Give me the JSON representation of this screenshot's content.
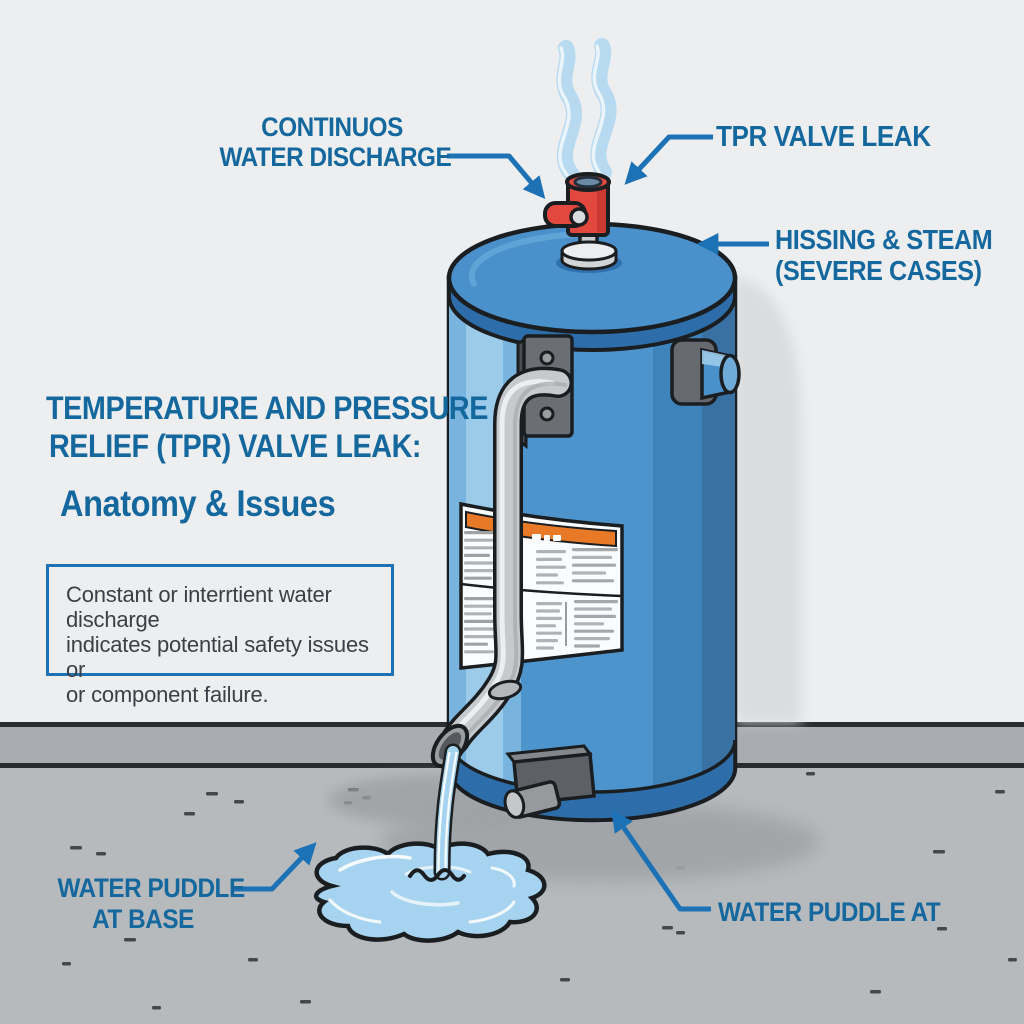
{
  "title": {
    "line1": "TEMPERATURE AND PRESSURE",
    "line2": "RELIEF (TPR) VALVE LEAK:",
    "subtitle": "Anatomy & Issues"
  },
  "callouts": {
    "continuous": {
      "line1": "CONTINUOS",
      "line2": "WATER DISCHARGE"
    },
    "tpr": {
      "text": "TPR VALVE LEAK"
    },
    "hissing": {
      "line1": "HISSING & STEAM",
      "line2": "(SEVERE CASES)"
    },
    "puddle_base": {
      "line1": "WATER PUDDLE",
      "line2": "AT BASE"
    },
    "puddle_right": {
      "text": "WATER PUDDLE AT"
    }
  },
  "info_box": {
    "line1": "Constant or interrtient water discharge",
    "line2": "indicates potential safety issues or",
    "line3": "or component failure."
  },
  "colors": {
    "label_blue": "#15689e",
    "arrow_blue": "#1d72b5",
    "box_border": "#1b72b4",
    "body_text": "#3b4046",
    "wall": "#edeef0",
    "baseboard": "#a9adb1",
    "floor": "#b7babd",
    "tank_blue": "#4e94cc",
    "tank_band_blue": "#2d6da9",
    "valve_red": "#e2483d",
    "water_blue": "#a6d4f0",
    "sticker_orange": "#e87a27"
  },
  "scene": {
    "floor_speckles": [
      [
        70,
        846,
        12
      ],
      [
        96,
        852,
        10
      ],
      [
        124,
        938,
        12
      ],
      [
        62,
        962,
        9
      ],
      [
        206,
        792,
        12
      ],
      [
        234,
        800,
        10
      ],
      [
        184,
        812,
        11
      ],
      [
        348,
        788,
        11
      ],
      [
        362,
        796,
        9
      ],
      [
        344,
        801,
        8
      ],
      [
        660,
        860,
        12
      ],
      [
        676,
        866,
        9
      ],
      [
        662,
        926,
        11
      ],
      [
        676,
        931,
        9
      ],
      [
        933,
        850,
        12
      ],
      [
        937,
        927,
        10
      ],
      [
        995,
        790,
        10
      ],
      [
        870,
        990,
        11
      ],
      [
        560,
        978,
        10
      ],
      [
        300,
        1000,
        11
      ],
      [
        152,
        1006,
        9
      ],
      [
        806,
        772,
        9
      ],
      [
        248,
        958,
        10
      ],
      [
        1008,
        958,
        9
      ]
    ]
  }
}
